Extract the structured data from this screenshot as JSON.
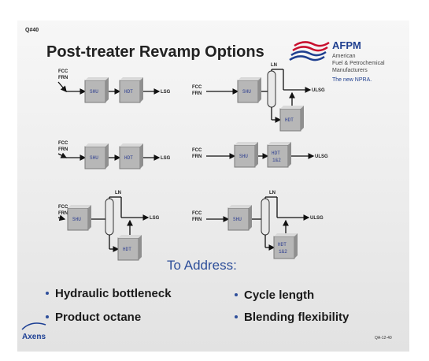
{
  "slide_id": "Q#40",
  "title": "Post-treater Revamp Options",
  "logo": {
    "name": "AFPM",
    "line1": "American",
    "line2": "Fuel & Petrochemical",
    "line3": "Manufacturers",
    "tagline": "The new NPRA."
  },
  "labels": {
    "fcc": "FCC",
    "frn": "FRN",
    "shu": "SHU",
    "hdt": "HDT",
    "hdt2_a": "HDT",
    "hdt2_b": "1&2",
    "lsg": "LSG",
    "ulsg": "ULSG",
    "ln": "LN"
  },
  "to_address": "To Address:",
  "bullets": {
    "b1": "Hydraulic bottleneck",
    "b2": "Product octane",
    "b3": "Cycle length",
    "b4": "Blending flexibility"
  },
  "footer": {
    "brand": "Axens",
    "code": "QA-12-40"
  },
  "colors": {
    "title": "#1a1a1a",
    "to_address": "#2e4f9a",
    "afpm_red": "#c8102e",
    "afpm_blue": "#1f3f8f",
    "axens": "#1c3f94"
  }
}
